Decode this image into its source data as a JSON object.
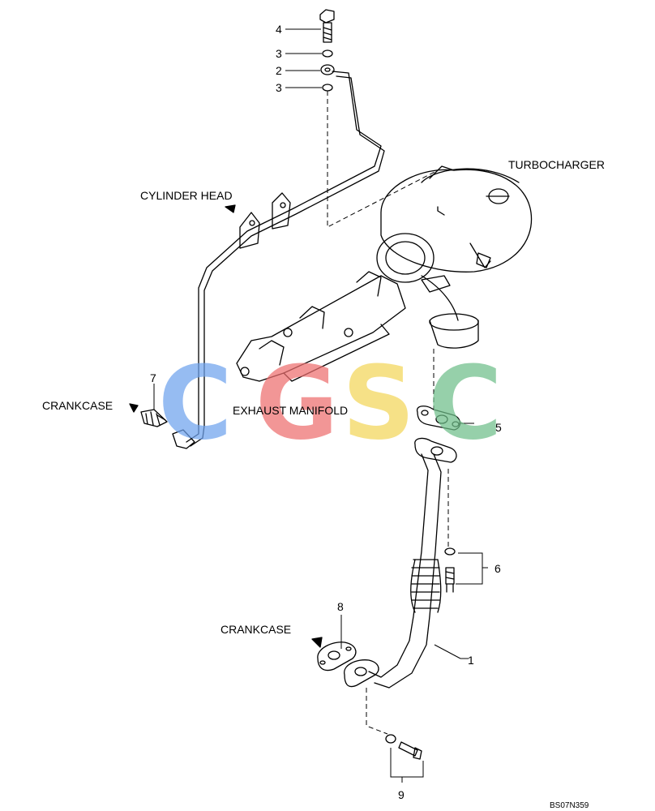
{
  "labels": {
    "turbocharger": "TURBOCHARGER",
    "cylinder_head": "CYLINDER HEAD",
    "crankcase_top": "CRANKCASE",
    "crankcase_bottom": "CRANKCASE",
    "exhaust_manifold": "EXHAUST MANIFOLD"
  },
  "callouts": {
    "c1": "1",
    "c2": "2",
    "c3a": "3",
    "c3b": "3",
    "c4": "4",
    "c5": "5",
    "c6": "6",
    "c7": "7",
    "c8": "8",
    "c9": "9"
  },
  "drawing_code": "BS07N359",
  "watermark": {
    "letters": [
      "C",
      "G",
      "S",
      "C"
    ],
    "colors": [
      "#6fa3ee",
      "#ee6f6f",
      "#f3d65a",
      "#6fbf8a"
    ]
  }
}
